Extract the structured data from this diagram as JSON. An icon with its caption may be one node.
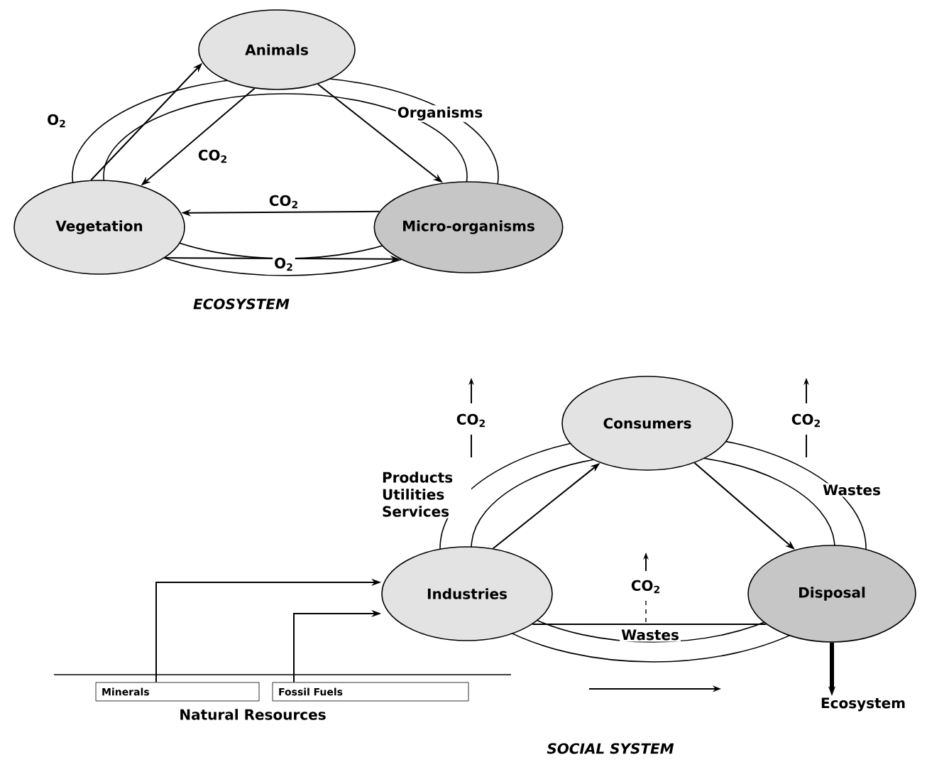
{
  "diagram": {
    "nodes": [
      {
        "text": [
          "Animals"
        ]
      },
      {
        "text": [
          "Vegetation"
        ]
      },
      {
        "text": [
          "Micro-organisms"
        ]
      },
      {
        "text": [
          "Consumers"
        ]
      },
      {
        "text": [
          "Industries"
        ]
      },
      {
        "text": [
          "Disposal"
        ]
      },
      {
        "text": [
          "Minerals"
        ]
      },
      {
        "text": [
          "Fossil Fuels"
        ]
      },
      {
        "text": [
          "Ecosystem"
        ]
      }
    ],
    "edges": [
      {
        "from": 1,
        "to": 0,
        "arrow": "to",
        "label": "O$_{2}$"
      },
      {
        "from": 0,
        "to": 1,
        "arrow": "to",
        "label": "CO$_{2}$"
      },
      {
        "from": 0,
        "to": 2,
        "arrow": "to",
        "label": "Organisms"
      },
      {
        "from": 2,
        "to": 1,
        "arrow": "to",
        "label": "CO$_{2}$"
      },
      {
        "from": 1,
        "to": 2,
        "arrow": "to",
        "label": "O$_{2}$"
      },
      {
        "from": 4,
        "to": 3,
        "arrow": "to",
        "label": "Products Utilities Services"
      },
      {
        "from": 3,
        "to": 5,
        "arrow": "to",
        "label": "Wastes"
      },
      {
        "from": 4,
        "to": 5,
        "arrow": "none",
        "label": "Wastes"
      },
      {
        "from": 6,
        "to": 4,
        "arrow": "to"
      },
      {
        "from": 7,
        "to": 4,
        "arrow": "to"
      },
      {
        "from": 5,
        "to": 8,
        "arrow": "to",
        "style": "thick"
      }
    ],
    "labels": [
      "ECOSYSTEM",
      "CO$_{2}$",
      "CO$_{2}$",
      "CO$_{2}$",
      "Natural Resources",
      "SOCIAL SYSTEM"
    ]
  }
}
